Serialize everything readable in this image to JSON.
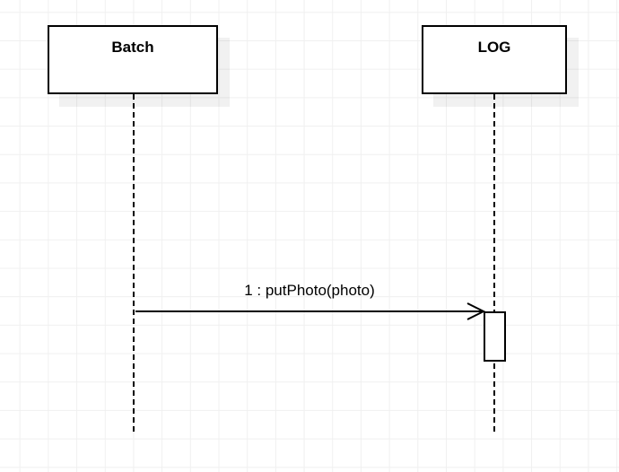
{
  "diagram": {
    "kind": "uml-sequence-diagram",
    "actors": [
      {
        "name": "Batch"
      },
      {
        "name": "LOG"
      }
    ],
    "messages": [
      {
        "label": "1 : putPhoto(photo)",
        "from": "Batch",
        "to": "LOG",
        "arrow": "open-arrowhead"
      }
    ],
    "colors": {
      "stroke": "#000000",
      "fill": "#ffffff",
      "grid": "#f0f0f0",
      "shadow": "#f2f2f2",
      "background": "#ffffff"
    }
  }
}
